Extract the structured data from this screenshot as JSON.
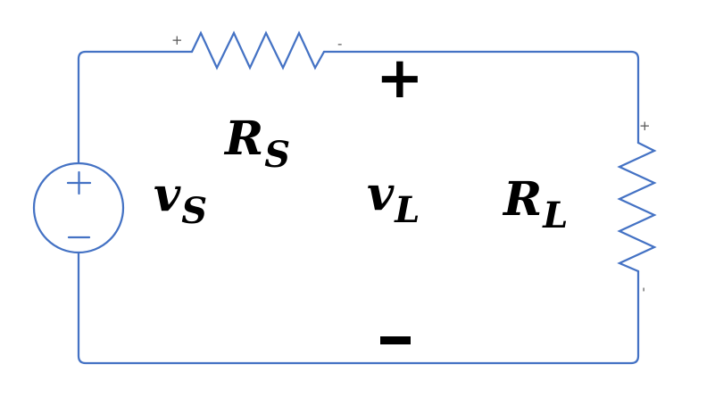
{
  "colors": {
    "wire": "#4472C4",
    "sign": "#000000",
    "polarity_mark": "#595959"
  },
  "labels": {
    "source_voltage": {
      "base": "v",
      "sub": "S"
    },
    "series_resistor": {
      "base": "R",
      "sub": "S"
    },
    "load_voltage": {
      "base": "v",
      "sub": "L"
    },
    "load_resistor": {
      "base": "R",
      "sub": "L"
    }
  },
  "signs": {
    "load_plus": "+",
    "load_minus": "−"
  },
  "polarity_marks": {
    "series_resistor_plus": "+",
    "series_resistor_minus": "-",
    "load_resistor_plus": "+",
    "load_resistor_minus": "-"
  },
  "source_symbol": {
    "plus": "+",
    "minus": "−"
  }
}
